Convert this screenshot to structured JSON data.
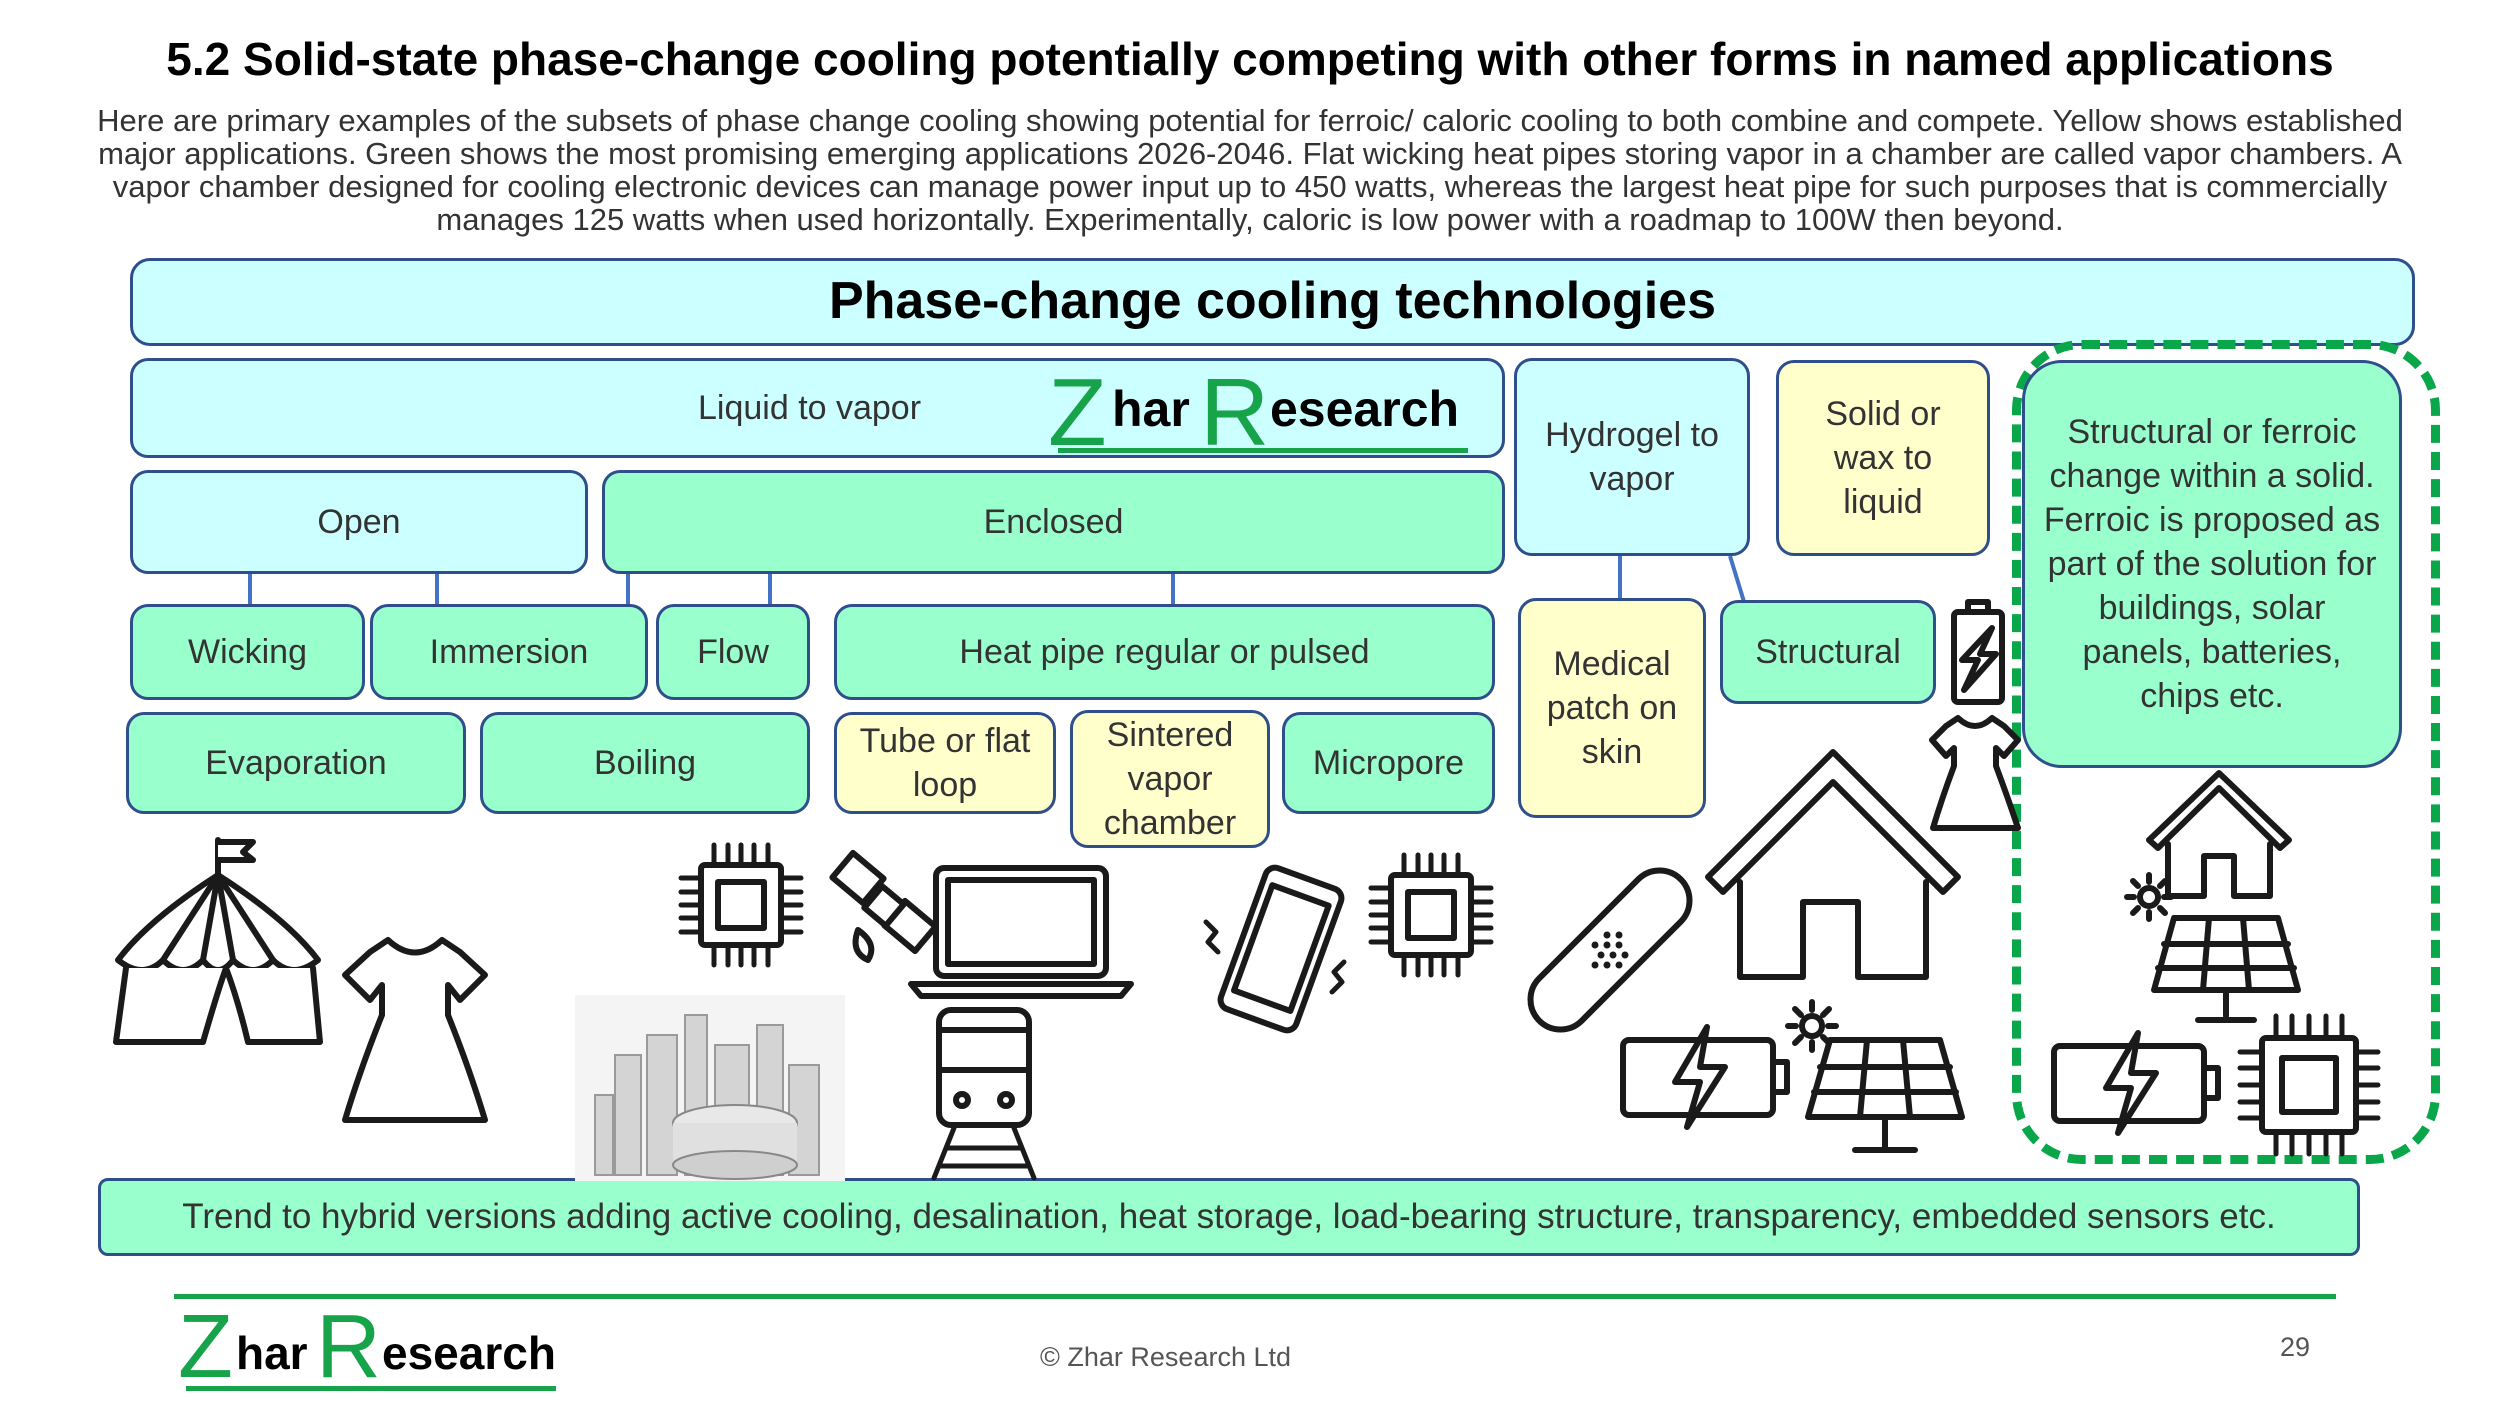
{
  "slide": {
    "title": "5.2 Solid-state phase-change cooling potentially competing with other forms in named applications",
    "intro": "Here are primary examples of the subsets of phase change cooling showing potential for ferroic/ caloric cooling to both combine and compete. Yellow shows established major applications. Green shows the most promising emerging applications 2026-2046. Flat wicking heat pipes storing vapor in a chamber are called vapor chambers. A vapor chamber designed for cooling electronic devices can manage power input up to 450 watts, whereas the largest heat pipe for such purposes that is commercially manages 125 watts when used horizontally. Experimentally, caloric is low power with a roadmap to 100W then beyond.",
    "page_number": "29",
    "copyright": "© Zhar Research Ltd"
  },
  "logo": {
    "z": "Z",
    "har": "har",
    "r": "R",
    "esearch": "esearch"
  },
  "colors": {
    "cyan": "#ccffff",
    "green": "#99ffcc",
    "yellow": "#ffffcc",
    "border": "#2f4e8c",
    "dash": "#0aa64a",
    "logo_green": "#17a34a"
  },
  "diagram": {
    "header": "Phase-change cooling technologies",
    "liquid_to_vapor": "Liquid to vapor",
    "open": "Open",
    "enclosed": "Enclosed",
    "wicking": "Wicking",
    "immersion": "Immersion",
    "flow": "Flow",
    "heat_pipe": "Heat pipe regular or pulsed",
    "evaporation": "Evaporation",
    "boiling": "Boiling",
    "tube_loop": "Tube or flat loop",
    "sintered": "Sintered vapor chamber",
    "micropore": "Micropore",
    "hydrogel": "Hydrogel to vapor",
    "solid_wax": "Solid or wax to liquid",
    "medical": "Medical patch on skin",
    "structural": "Structural",
    "ferroic": "Structural or ferroic change within a solid. Ferroic is proposed as part of the solution for buildings, solar panels, batteries, chips etc.",
    "trend": "Trend to hybrid versions adding active cooling, desalination, heat storage, load-bearing structure, transparency, embedded sensors etc."
  },
  "icons": [
    "tent-icon",
    "dress-icon",
    "chip-icon",
    "satellite-icon",
    "laptop-icon",
    "train-icon",
    "phone-icon",
    "factory-icon",
    "bandage-icon",
    "house-icon",
    "battery-icon",
    "solar-panel-icon",
    "sun-icon"
  ]
}
